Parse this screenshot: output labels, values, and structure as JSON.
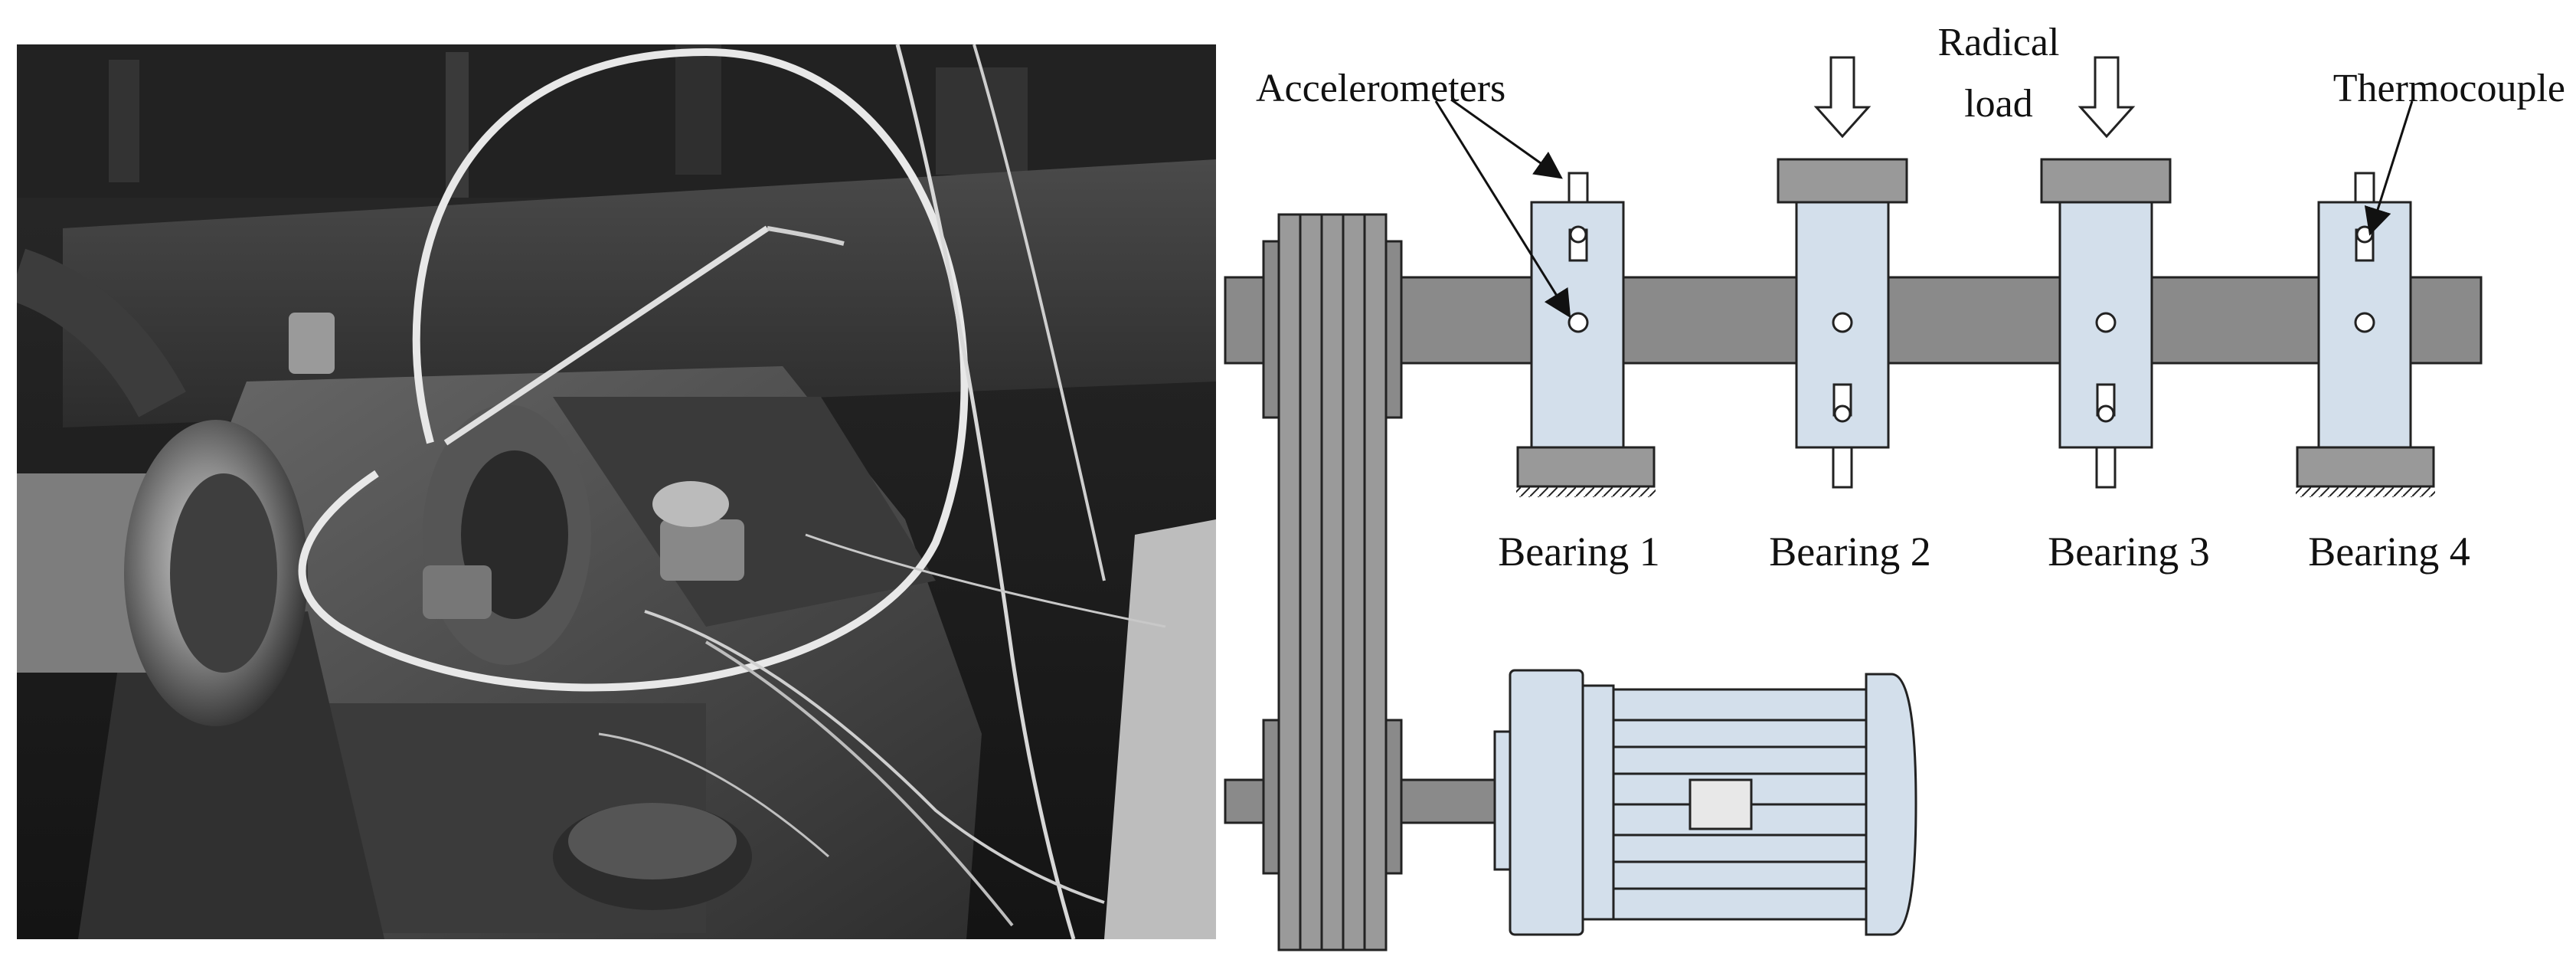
{
  "photo": {
    "description_icon": "test-rig-photo"
  },
  "diagram": {
    "accelerometers_label": "Accelerometers",
    "radial_load_line1": "Radical",
    "radial_load_line2": "load",
    "thermocouple_label": "Thermocouple",
    "bearings": [
      {
        "label": "Bearing 1"
      },
      {
        "label": "Bearing 2"
      },
      {
        "label": "Bearing 3"
      },
      {
        "label": "Bearing 4"
      }
    ],
    "colors": {
      "housing": "#d3dfeb",
      "shaft": "#8a8a8a",
      "base": "#999999",
      "belt": "#9a9a9a",
      "outline": "#222222"
    }
  }
}
